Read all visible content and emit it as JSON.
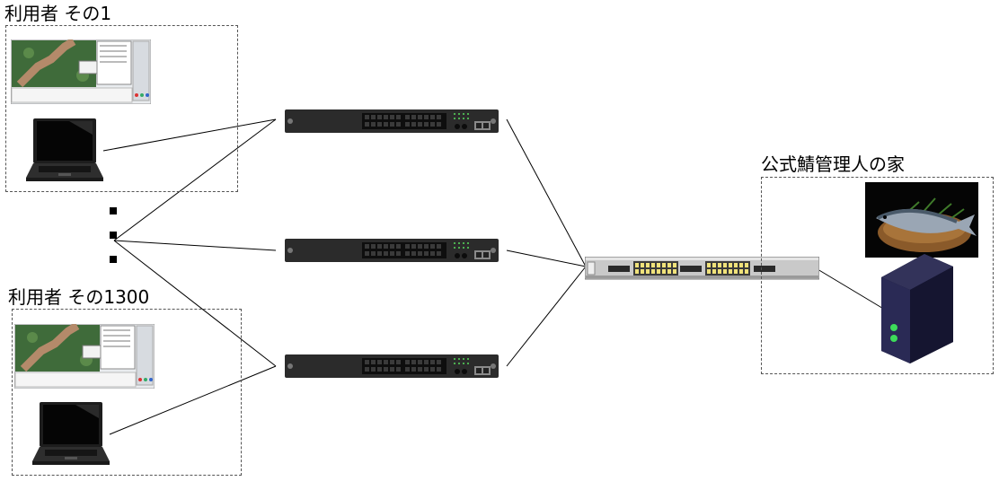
{
  "groups": {
    "user_1": {
      "label": "利用者 その1"
    },
    "user_1300": {
      "label": "利用者 その1300"
    },
    "admin_home": {
      "label": "公式鯖管理人の家"
    }
  },
  "ellipsis": {
    "dot_count": 3
  },
  "colors": {
    "line": "#000000",
    "box_border": "#555555",
    "switch_body": "#2b2b2b",
    "port_led": "#4caf50",
    "server_body": "#1a1a3a",
    "server_led": "#3ddc5a"
  },
  "icons": {
    "screenshot": "game-screenshot-icon",
    "laptop": "laptop-icon",
    "access_switch": "network-switch-icon",
    "core_switch": "core-switch-icon",
    "server": "server-tower-icon",
    "fish_photo": "mackerel-photo"
  }
}
